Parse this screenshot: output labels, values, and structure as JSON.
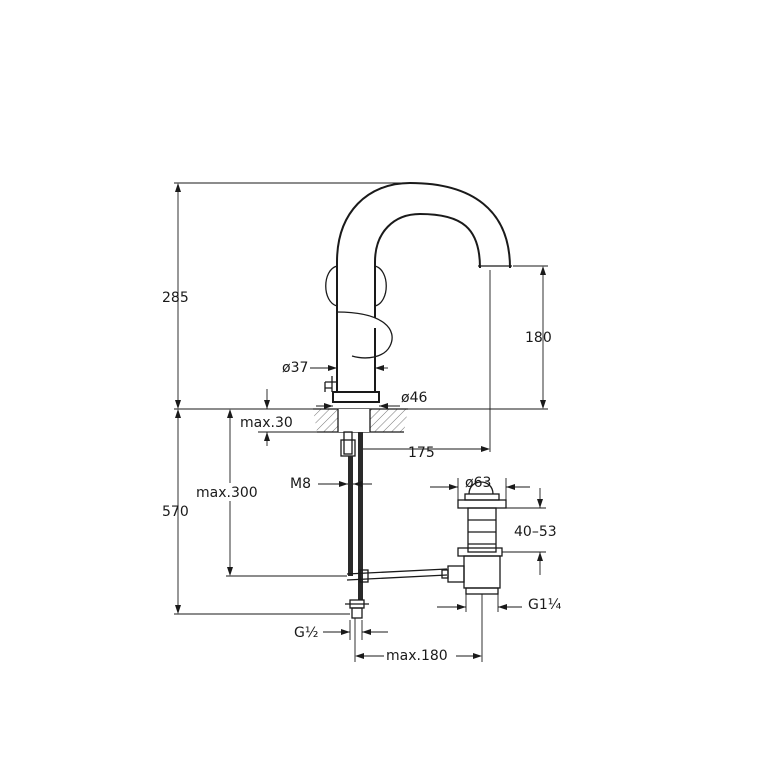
{
  "drawing": {
    "dimensions": {
      "height_total": "285",
      "spout_height": "180",
      "below_deck": "570",
      "body_diameter": "ø37",
      "base_diameter": "ø46",
      "deck_thickness": "max.30",
      "spout_reach": "175",
      "rod_thread": "M8",
      "hose_length": "max.300",
      "waste_diameter": "ø63",
      "waste_range": "40–53",
      "waste_thread": "G1¼",
      "supply_thread": "G½",
      "waste_offset": "max.180"
    }
  }
}
